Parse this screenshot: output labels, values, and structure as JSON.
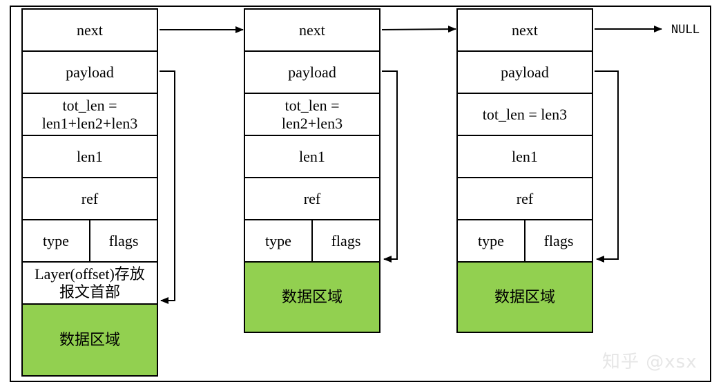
{
  "pbufs": [
    {
      "next": "next",
      "payload": "payload",
      "tot_len_line1": "tot_len =",
      "tot_len_line2": "len1+len2+len3",
      "len": "len1",
      "ref": "ref",
      "type": "type",
      "flags": "flags",
      "layer_line1": "Layer(offset)存放",
      "layer_line2": "报文首部",
      "data": "数据区域"
    },
    {
      "next": "next",
      "payload": "payload",
      "tot_len_line1": "tot_len =",
      "tot_len_line2": "len2+len3",
      "len": "len1",
      "ref": "ref",
      "type": "type",
      "flags": "flags",
      "data": "数据区域"
    },
    {
      "next": "next",
      "payload": "payload",
      "tot_len": "tot_len = len3",
      "len": "len1",
      "ref": "ref",
      "type": "type",
      "flags": "flags",
      "data": "数据区域"
    }
  ],
  "null_label": "NULL",
  "watermark": "知乎 @xsx",
  "colors": {
    "data_fill": "#92d050",
    "line": "#000000"
  }
}
